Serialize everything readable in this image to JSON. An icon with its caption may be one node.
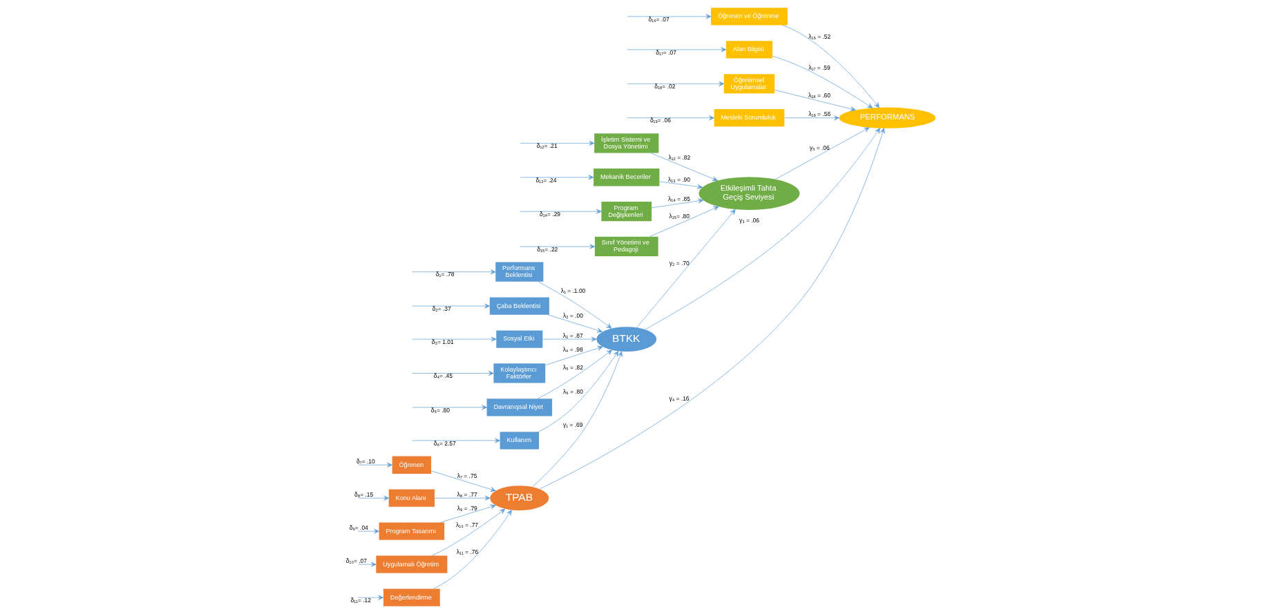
{
  "diagram": {
    "nodes": [
      {
        "text": [
          "TPAB"
        ]
      },
      {
        "text": [
          "BTKK"
        ]
      },
      {
        "text": [
          "Etkileşimli Tahta Geçiş Seviyesi"
        ]
      },
      {
        "text": [
          "PERFORMANS"
        ]
      },
      {
        "text": [
          "Öğrenen"
        ]
      },
      {
        "text": [
          "Konu Alanı"
        ]
      },
      {
        "text": [
          "Program Tasarımı"
        ]
      },
      {
        "text": [
          "Uygulamalı Öğretim"
        ]
      },
      {
        "text": [
          "Değerlendirme"
        ]
      },
      {
        "text": [
          "İşletim Sistemi ve Dosya Yönetimi"
        ]
      },
      {
        "text": [
          "Mekanik Beceriler"
        ]
      },
      {
        "text": [
          "Program Değişkenleri"
        ]
      },
      {
        "text": [
          "Sınıf Yönetimi ve Pedagoji"
        ]
      },
      {
        "text": [
          "Öğrenen ve Öğrenme"
        ]
      },
      {
        "text": [
          "Alan Bilgisi"
        ]
      },
      {
        "text": [
          "Öğretimsel Uygulamalar"
        ]
      },
      {
        "text": [
          "Mesleki Sorumluluk"
        ]
      },
      {
        "text": [
          "Performans Beklentisi"
        ]
      },
      {
        "text": [
          "Çaba Beklentisi"
        ]
      },
      {
        "text": [
          "Sosyal Etki"
        ]
      },
      {
        "text": [
          "Kolaylaştırıcı Faktörler"
        ]
      },
      {
        "text": [
          "Davranışsal Niyet"
        ]
      },
      {
        "text": [
          "Kullanım"
        ]
      }
    ],
    "edges": [
      {
        "from": 4,
        "to": 0,
        "arrow": "to",
        "label": "λ₇ = .75"
      },
      {
        "from": 5,
        "to": 0,
        "arrow": "to",
        "label": "λ₈ = .77"
      },
      {
        "from": 6,
        "to": 0,
        "arrow": "to",
        "label": "λ₉ = .79"
      },
      {
        "from": 7,
        "to": 0,
        "arrow": "to",
        "label": "λ₁₀ = .77"
      },
      {
        "from": 8,
        "to": 0,
        "arrow": "to",
        "label": "λ₁₁ = .76"
      },
      {
        "from": 9,
        "to": 2,
        "arrow": "to",
        "label": "λ₁₂ = .82"
      },
      {
        "from": 10,
        "to": 2,
        "arrow": "to",
        "label": "λ₁₃ = .90"
      },
      {
        "from": 11,
        "to": 2,
        "arrow": "to",
        "label": "λ₁₄ = .85"
      },
      {
        "from": 12,
        "to": 2,
        "arrow": "to",
        "label": "λ₁₅= .80"
      },
      {
        "from": 13,
        "to": 3,
        "arrow": "to",
        "label": "λ₁₆ = .52"
      },
      {
        "from": 14,
        "to": 3,
        "arrow": "to",
        "label": "λ₁₇ = .59"
      },
      {
        "from": 15,
        "to": 3,
        "arrow": "to",
        "label": "λ₁₈ = .60"
      },
      {
        "from": 16,
        "to": 3,
        "arrow": "to",
        "label": "λ₁₉ = .56"
      },
      {
        "from": 17,
        "to": 1,
        "arrow": "to",
        "label": "λ₁ = .1.00"
      },
      {
        "from": 18,
        "to": 1,
        "arrow": "to",
        "label": "λ₂ = .00"
      },
      {
        "from": 19,
        "to": 1,
        "arrow": "to",
        "label": "λ₃ = .87"
      },
      {
        "from": 20,
        "to": 1,
        "arrow": "to",
        "label": "λ₄ = .98"
      },
      {
        "from": 21,
        "to": 1,
        "arrow": "to",
        "label": "λ₅ = .82"
      },
      {
        "from": 22,
        "to": 1,
        "arrow": "to",
        "label": "λ₆ = .80"
      },
      {
        "from": 0,
        "to": 1,
        "arrow": "to",
        "label": "γ₁ = .69"
      },
      {
        "from": 1,
        "to": 2,
        "arrow": "to",
        "label": "γ₂ = .70"
      },
      {
        "from": 1,
        "to": 3,
        "arrow": "to",
        "label": "γ₃ = .06"
      },
      {
        "from": 0,
        "to": 3,
        "arrow": "to",
        "label": "γ₄ = .16"
      },
      {
        "from": 2,
        "to": 3,
        "arrow": "to",
        "label": "γ₅ = .06"
      },
      {
        "from": null,
        "to": 17,
        "arrow": "to",
        "label": "δ₁= .78"
      },
      {
        "from": null,
        "to": 18,
        "arrow": "to",
        "label": "δ₂= .37"
      },
      {
        "from": null,
        "to": 19,
        "arrow": "to",
        "label": "δ₃= 1.01"
      },
      {
        "from": null,
        "to": 20,
        "arrow": "to",
        "label": "δ₄= .45"
      },
      {
        "from": null,
        "to": 21,
        "arrow": "to",
        "label": "δ₅= .80"
      },
      {
        "from": null,
        "to": 22,
        "arrow": "to",
        "label": "δ₆= 2.57"
      },
      {
        "from": null,
        "to": 4,
        "arrow": "to",
        "label": "δ₇= .10"
      },
      {
        "from": null,
        "to": 5,
        "arrow": "to",
        "label": "δ₈= .15"
      },
      {
        "from": null,
        "to": 6,
        "arrow": "to",
        "label": "δ₉= .04"
      },
      {
        "from": null,
        "to": 7,
        "arrow": "to",
        "label": "δ₁₀= .07"
      },
      {
        "from": null,
        "to": 8,
        "arrow": "to",
        "label": "δ₁₁= .12"
      },
      {
        "from": null,
        "to": 9,
        "arrow": "to",
        "label": "δ₁₂= .21"
      },
      {
        "from": null,
        "to": 10,
        "arrow": "to",
        "label": "δ₁₃= .24"
      },
      {
        "from": null,
        "to": 11,
        "arrow": "to",
        "label": "δ₁₄= .29"
      },
      {
        "from": null,
        "to": 12,
        "arrow": "to",
        "label": "δ₁₅= .22"
      },
      {
        "from": null,
        "to": 13,
        "arrow": "to",
        "label": "δ₁₆= .07"
      },
      {
        "from": null,
        "to": 14,
        "arrow": "to",
        "label": "δ₁₇= .07"
      },
      {
        "from": null,
        "to": 15,
        "arrow": "to",
        "label": "δ₁₈= .02"
      },
      {
        "from": null,
        "to": 16,
        "arrow": "to",
        "label": "δ₁₉= .06"
      }
    ]
  }
}
